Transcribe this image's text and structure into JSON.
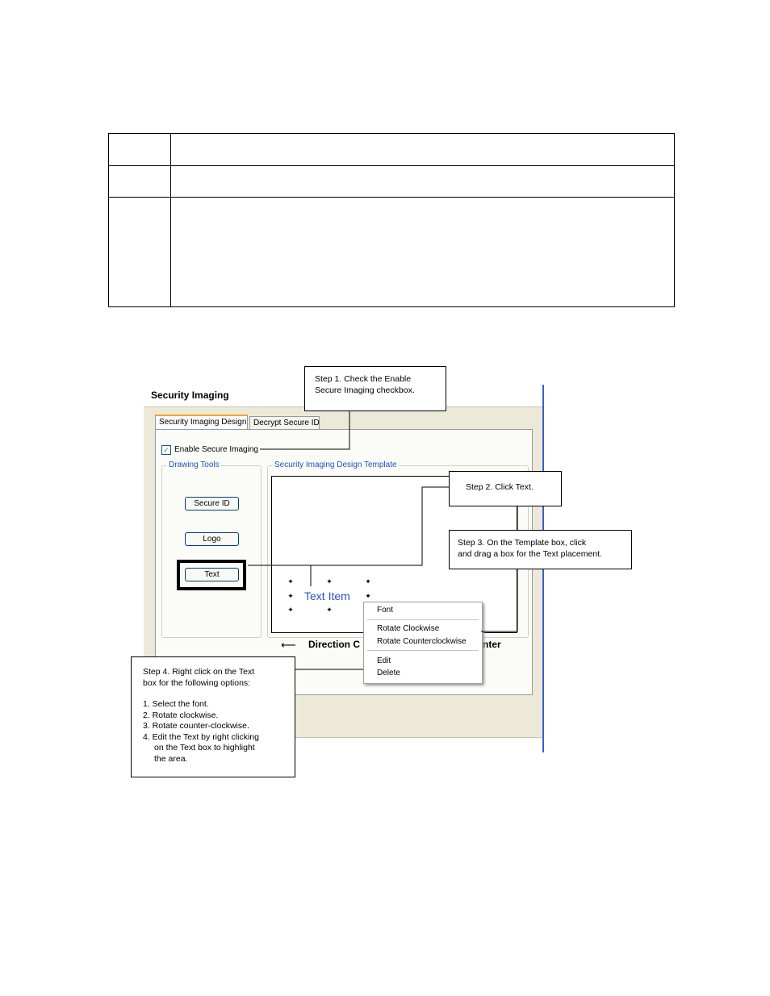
{
  "figure": {
    "window_title": "Security Imaging",
    "tabs": [
      {
        "label": "Security Imaging Design"
      },
      {
        "label": "Decrypt Secure ID"
      }
    ],
    "checkbox_label": "Enable Secure Imaging",
    "drawing_tools_label": "Drawing Tools",
    "template_label": "Security Imaging Design Template",
    "buttons": {
      "secure_id": "Secure ID",
      "logo": "Logo",
      "text": "Text"
    },
    "text_item": "Text Item",
    "direction_text": "Direction C",
    "direction_tail": "nter",
    "context_menu": {
      "font": "Font",
      "rotate_cw": "Rotate Clockwise",
      "rotate_ccw": "Rotate Counterclockwise",
      "edit": "Edit",
      "delete": "Delete"
    }
  },
  "callouts": {
    "step1": [
      "Step 1. Check the Enable",
      "Secure Imaging checkbox."
    ],
    "step2": "Step 2. Click Text.",
    "step3": [
      "Step 3. On the Template box, click",
      "and drag a box for the Text placement."
    ],
    "step4": {
      "intro": [
        "Step 4. Right click on the Text",
        "box for the following options:"
      ],
      "items": [
        "1. Select the font.",
        "2. Rotate clockwise.",
        "3. Rotate counter-clockwise.",
        "4. Edit the Text by right clicking"
      ],
      "continuation": [
        "on the Text box to highlight",
        "the area."
      ]
    }
  },
  "colors": {
    "accent_tab": "#f0a830",
    "link_blue": "#2050c8",
    "window_bg": "#ece9d8"
  }
}
